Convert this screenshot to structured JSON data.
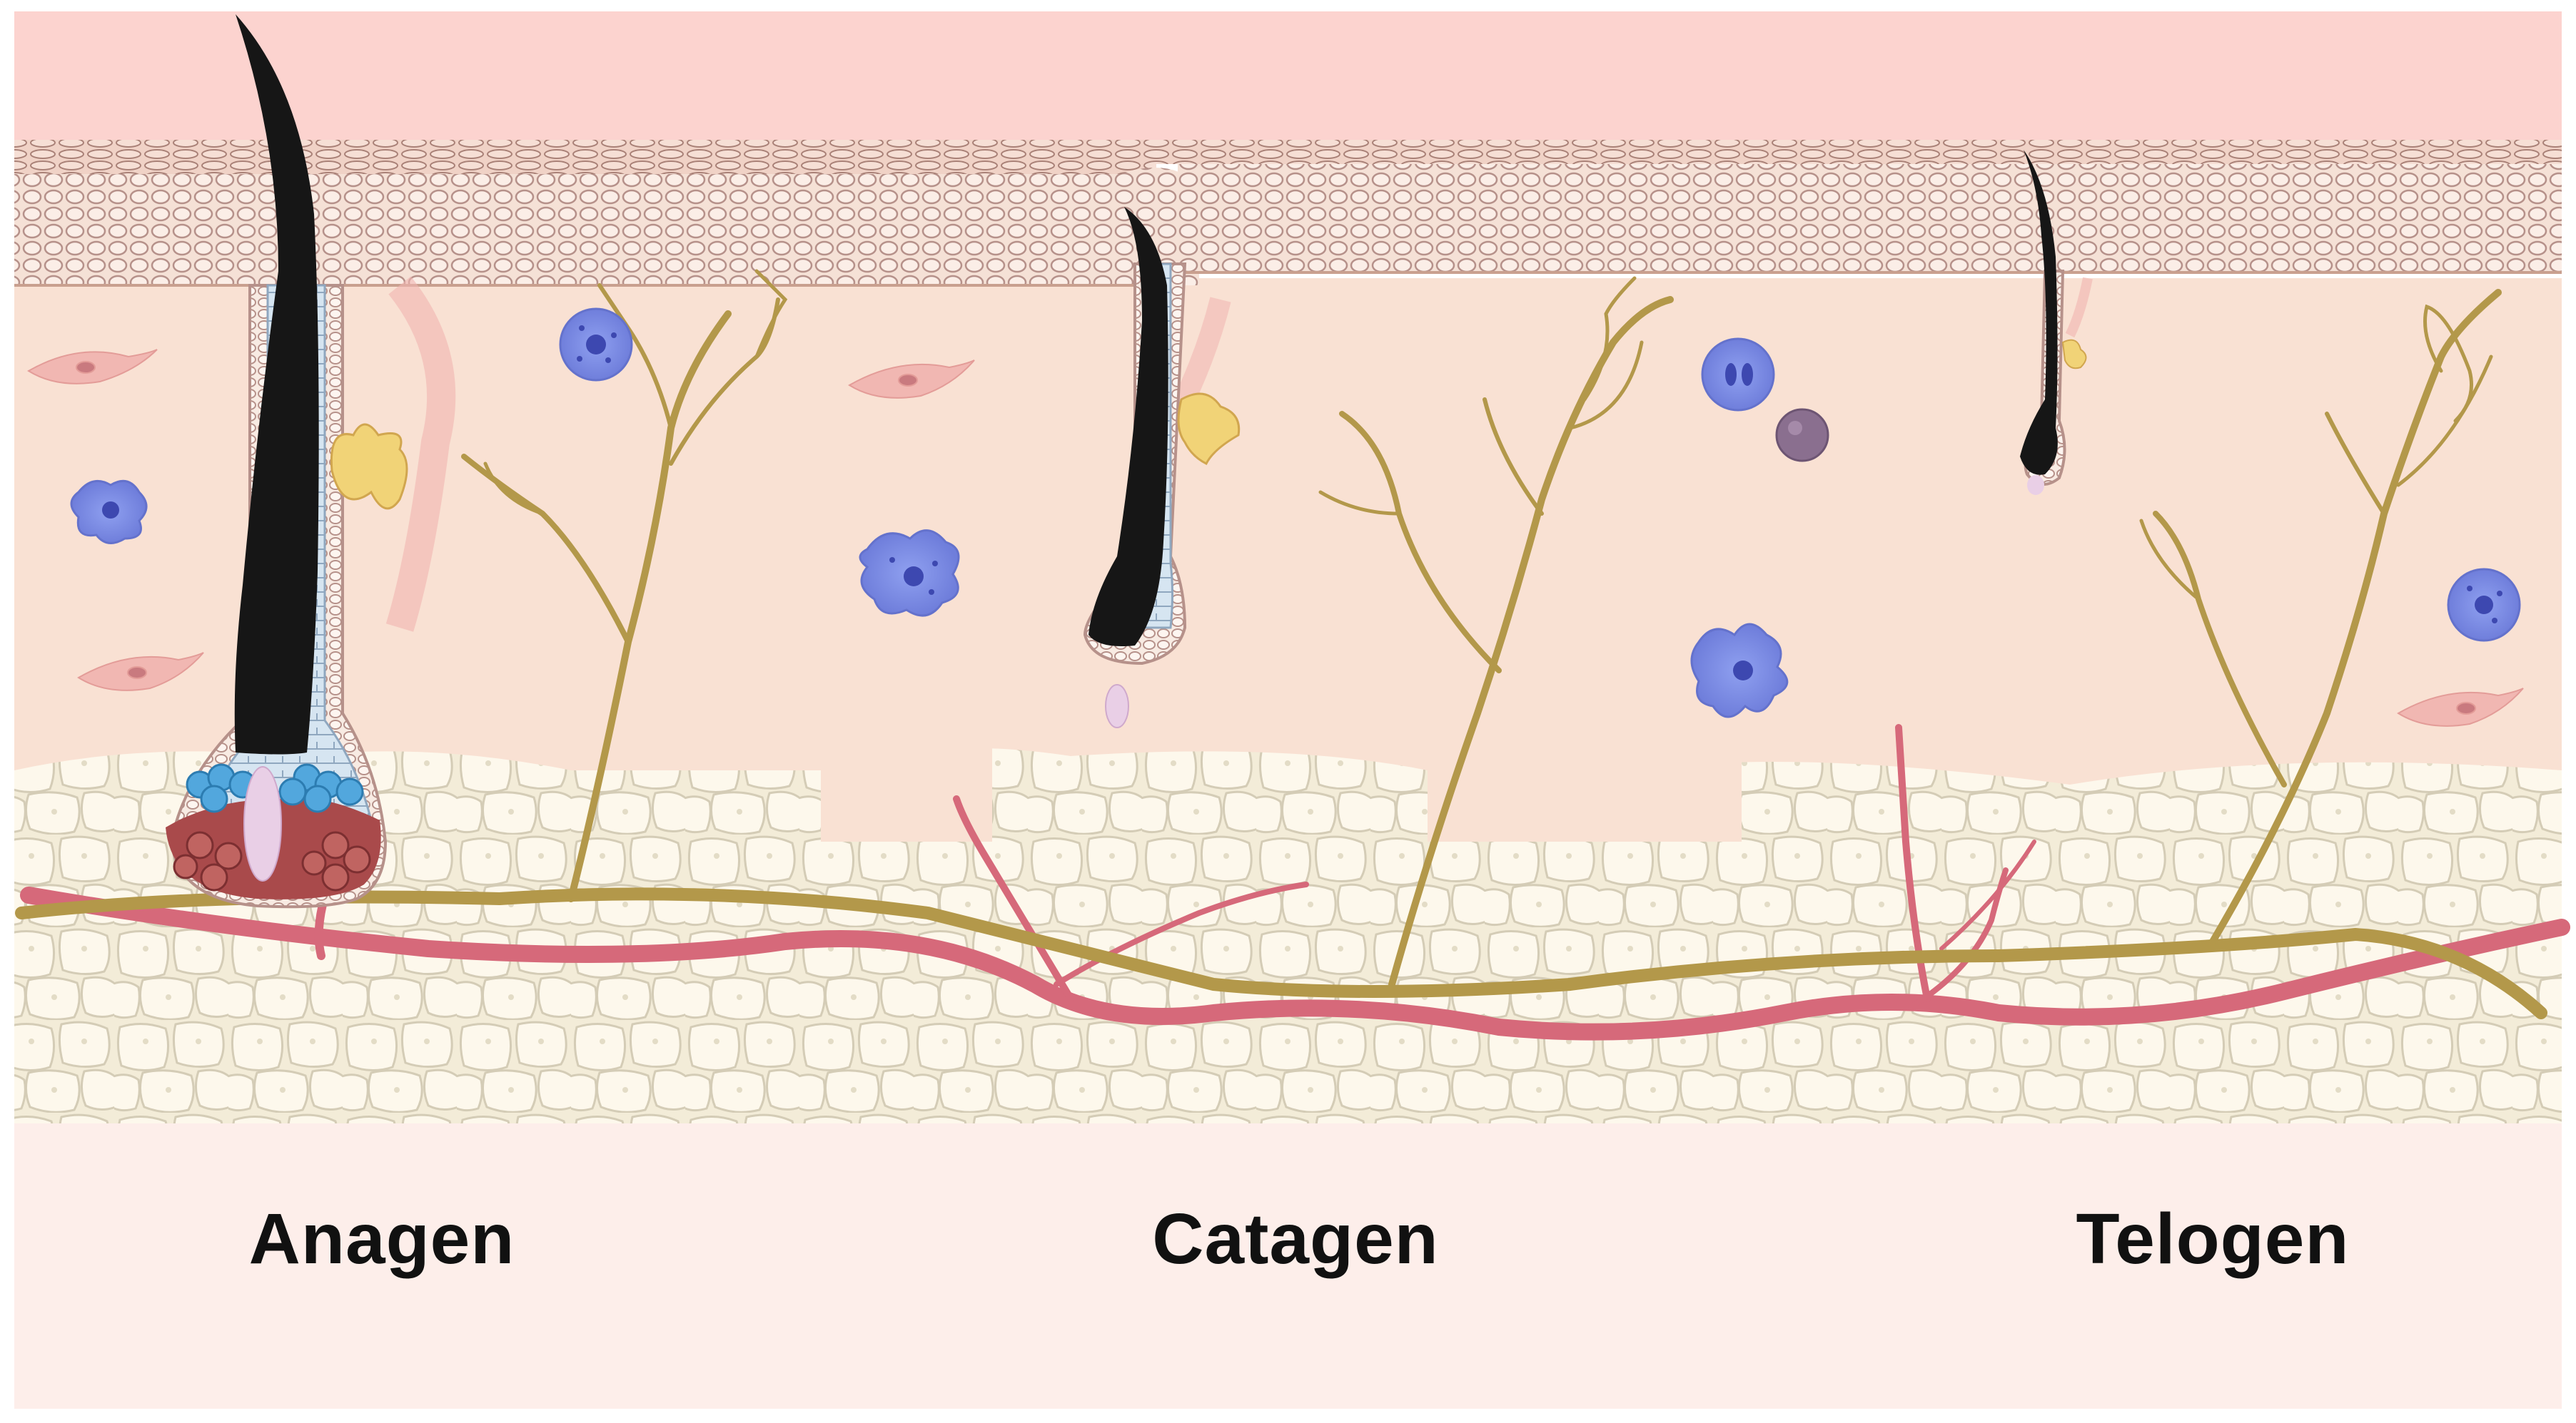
{
  "labels": {
    "anagen": "Anagen",
    "catagen": "Catagen",
    "telogen": "Telogen"
  },
  "colors": {
    "sky": "#fcd3cf",
    "dermis": "#f9e1d3",
    "epidermis": "#f6e2d8",
    "cell_outline": "#b6918a",
    "fat": "#fdf7ea",
    "fat_outline": "#d7d0bc",
    "nerve": "#b3984a",
    "vessel": "#d6697a",
    "hair": "#161616",
    "sheath": "#cde0ef",
    "papilla_red": "#9e4a48",
    "papilla_blue": "#52a7dd",
    "immune": "#7a86dc",
    "footer": "#fdeeea"
  }
}
